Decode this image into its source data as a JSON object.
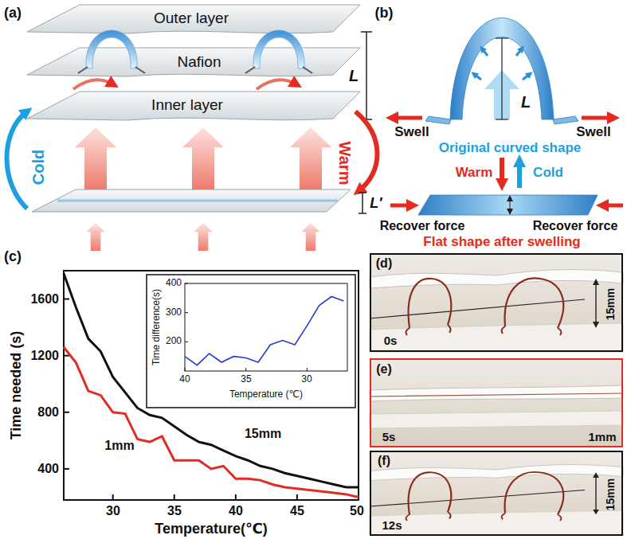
{
  "diagram": {
    "nodes": [
      {
        "text": [
          "(d)",
          "15mm",
          "0s"
        ]
      },
      {
        "text": [
          "(e)",
          "5s",
          "1mm"
        ]
      },
      {
        "text": [
          "(f)",
          "15mm",
          "12s"
        ]
      }
    ],
    "labels": [
      "(a)",
      "Outer layer",
      "Nafion",
      "Inner layer",
      "L",
      "Cold",
      "Warm",
      "L′",
      "(b)",
      "L",
      "Swell",
      "Swell",
      "Original curved shape",
      "Warm",
      "Cold",
      "Recover force",
      "Recover force",
      "Flat shape after swelling",
      "(c)",
      "1600",
      "1200",
      "800",
      "400",
      "30",
      "35",
      "40",
      "45",
      "50",
      "Time needed (s)",
      "Temperature(℃)",
      "15mm",
      "1mm",
      "400",
      "300",
      "200",
      "40",
      "35",
      "30",
      "Time difference(s)",
      "Temperature (℃)"
    ]
  }
}
